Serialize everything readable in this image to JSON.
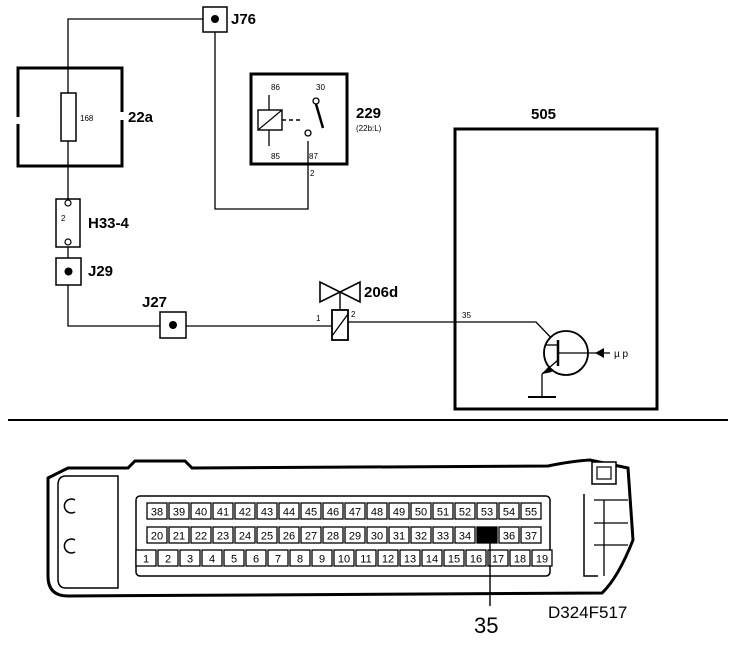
{
  "components": {
    "fuse_box": {
      "id": "22a",
      "fuse_value": "168"
    },
    "relay": {
      "id": "229",
      "subtitle": "(22b:L)",
      "pin_86": "86",
      "pin_30": "30",
      "pin_85": "85",
      "pin_87": "87",
      "out_pin": "2"
    },
    "control_unit": {
      "id": "505",
      "pin": "35",
      "input_label": "µ p"
    },
    "connector_h33": {
      "id": "H33-4",
      "pin": "2"
    },
    "valve": {
      "id": "206d",
      "pin_left": "1",
      "pin_right": "2"
    },
    "junctions": {
      "j76": "J76",
      "j29": "J29",
      "j27": "J27"
    }
  },
  "connector": {
    "rows": [
      [
        "38",
        "39",
        "40",
        "41",
        "42",
        "43",
        "44",
        "45",
        "46",
        "47",
        "48",
        "49",
        "50",
        "51",
        "52",
        "53",
        "54",
        "55"
      ],
      [
        "20",
        "21",
        "22",
        "23",
        "24",
        "25",
        "26",
        "27",
        "28",
        "29",
        "30",
        "31",
        "32",
        "33",
        "34",
        "35",
        "36",
        "37"
      ],
      [
        "1",
        "2",
        "3",
        "4",
        "5",
        "6",
        "7",
        "8",
        "9",
        "10",
        "11",
        "12",
        "13",
        "14",
        "15",
        "16",
        "17",
        "18",
        "19"
      ]
    ],
    "highlight_pin": "35",
    "callout": "35"
  },
  "figure_code": "D324F517"
}
